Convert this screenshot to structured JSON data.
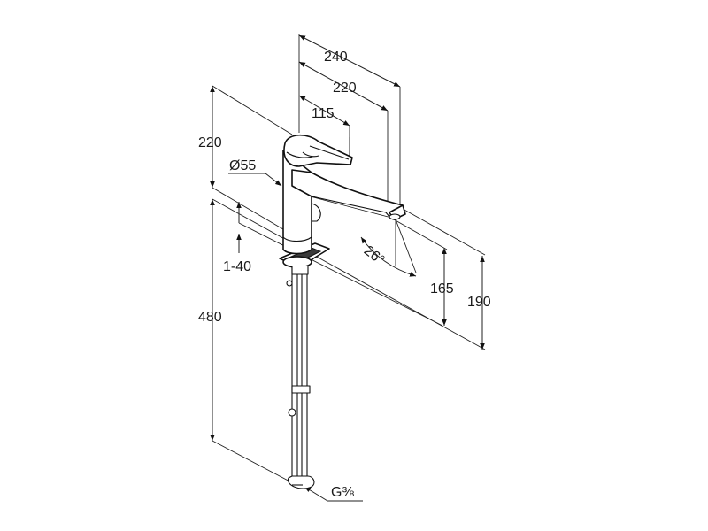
{
  "dimensions": {
    "width_total": "240",
    "width_spout": "220",
    "width_lever": "115",
    "height_top": "220",
    "diameter": "Ø55",
    "deck_thickness": "1-40",
    "hose_length": "480",
    "angle": "26°",
    "spout_height": "165",
    "overall_height": "190",
    "thread": "G⅜"
  }
}
